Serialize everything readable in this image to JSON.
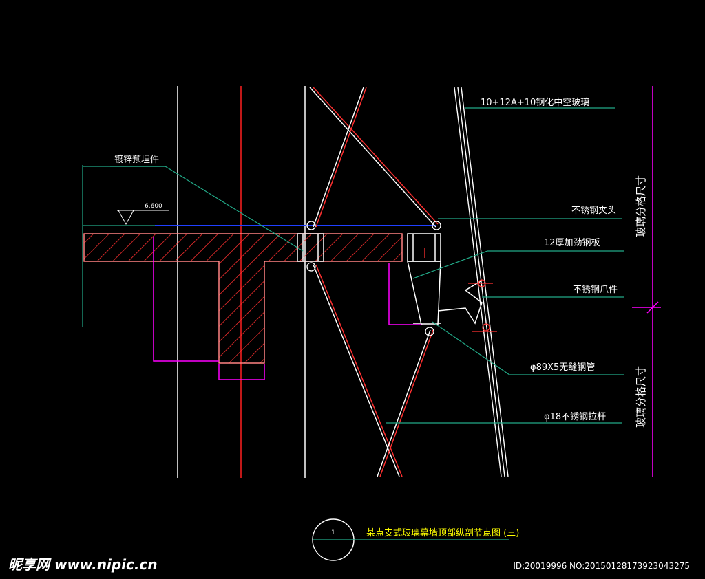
{
  "labels": {
    "embedded_part": "镀锌预埋件",
    "elevation": "6.600",
    "glass": "10+12A+10钢化中空玻璃",
    "clamp": "不锈钢夹头",
    "plate": "12厚加劲钢板",
    "fitting": "不锈钢爪件",
    "pipe": "φ89X5无缝钢管",
    "rod": "φ18不锈钢拉杆",
    "dim_upper": "玻璃分格尺寸",
    "dim_lower": "玻璃分格尺寸"
  },
  "title_block": {
    "number": "1",
    "title": "某点支式玻璃幕墙顶部纵剖节点图 (三)"
  },
  "watermark": {
    "logo": "昵享网 www.nipic.cn",
    "id": "ID:20019996 NO:20150128173923043275"
  },
  "colors": {
    "background": "#000000",
    "concrete": "#ff3030",
    "leader": "#22aa88",
    "axis": "#ff2020",
    "dimension": "#ff00ff",
    "outline": "#ffffff",
    "finish": "#2040ff"
  }
}
